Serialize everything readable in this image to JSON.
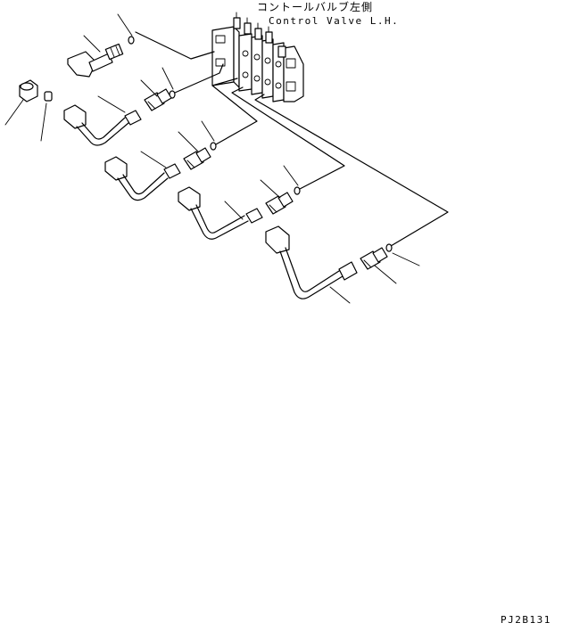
{
  "title": {
    "japanese": "コントールバルブ左側",
    "english": "Control Valve L.H."
  },
  "drawing_code": "PJ2B131",
  "parts": [
    {
      "icon": "elbow-fitting-icon"
    },
    {
      "icon": "o-ring-icon"
    },
    {
      "icon": "cap-nut-icon"
    },
    {
      "icon": "plug-icon"
    },
    {
      "icon": "bent-tube-icon"
    },
    {
      "icon": "connector-icon"
    },
    {
      "icon": "bent-tube-icon"
    },
    {
      "icon": "connector-icon"
    },
    {
      "icon": "bent-tube-icon"
    },
    {
      "icon": "connector-icon"
    },
    {
      "icon": "bent-tube-icon"
    },
    {
      "icon": "connector-icon"
    },
    {
      "icon": "control-valve-icon"
    }
  ]
}
